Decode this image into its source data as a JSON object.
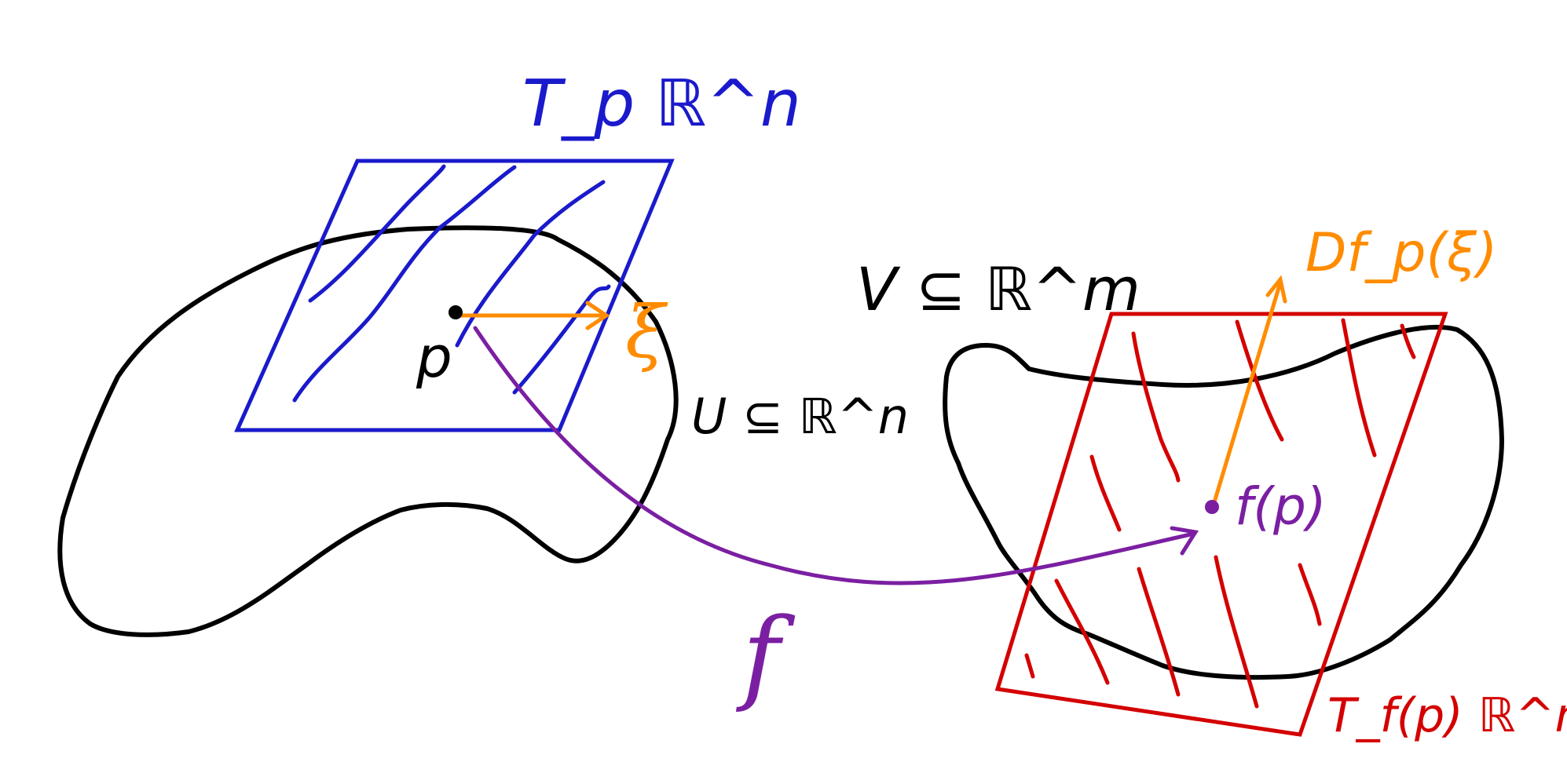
{
  "labels": {
    "tangent_domain": "T_p ℝ^n",
    "tangent_codomain": "T_f(p) ℝ^m",
    "point": "p",
    "image_point": "f(p)",
    "domain_set": "U ⊆ ℝ^n",
    "codomain_set": "V ⊆ ℝ^m",
    "vector": "ξ",
    "pushed_vector": "Df_p(ξ)",
    "map": "f"
  },
  "colors": {
    "outline": "#000000",
    "domain_tangent": "#1a1acc",
    "codomain_tangent": "#d40000",
    "vector": "#ff8c00",
    "map": "#7b1fa2"
  }
}
